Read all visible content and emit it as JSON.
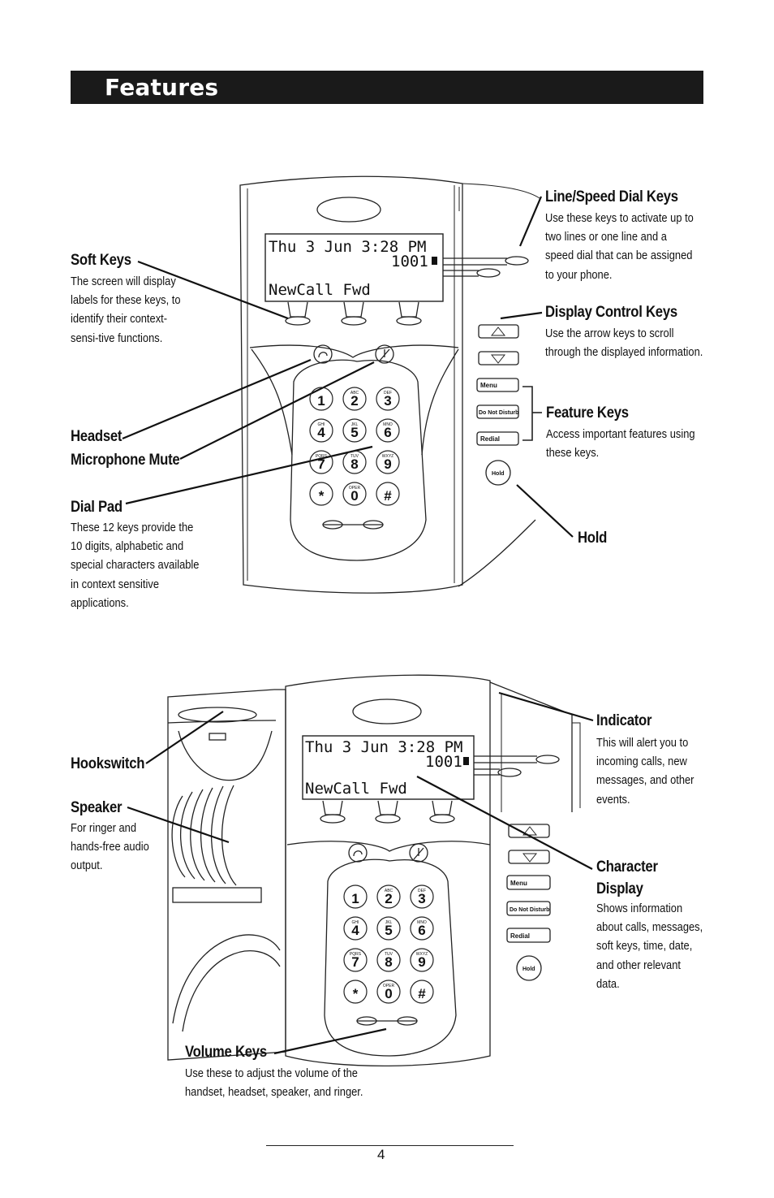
{
  "header": {
    "title": "Features"
  },
  "phone_top": {
    "lcd": {
      "line1": "Thu 3 Jun 3:28 PM",
      "line2": "1001",
      "line3": "NewCall Fwd"
    },
    "keys": [
      {
        "num": "1",
        "sub": ""
      },
      {
        "num": "2",
        "sub": "ABC"
      },
      {
        "num": "3",
        "sub": "DEF"
      },
      {
        "num": "4",
        "sub": "GHI"
      },
      {
        "num": "5",
        "sub": "JKL"
      },
      {
        "num": "6",
        "sub": "MNO"
      },
      {
        "num": "7",
        "sub": "PQRS"
      },
      {
        "num": "8",
        "sub": "TUV"
      },
      {
        "num": "9",
        "sub": "WXYZ"
      },
      {
        "num": "*",
        "sub": ""
      },
      {
        "num": "0",
        "sub": "OPER"
      },
      {
        "num": "#",
        "sub": ""
      }
    ],
    "buttons": {
      "menu": "Menu",
      "dnd": "Do Not Disturb",
      "redial": "Redial",
      "hold": "Hold"
    }
  },
  "phone_bottom": {
    "lcd": {
      "line1": "Thu 3 Jun 3:28 PM",
      "line2": "1001",
      "line3": "NewCall Fwd"
    },
    "buttons": {
      "menu": "Menu",
      "dnd": "Do Not Disturb",
      "redial": "Redial",
      "hold": "Hold"
    }
  },
  "callouts": {
    "soft_keys": {
      "title": "Soft Keys",
      "desc": "The screen will display labels for these keys, to identify their context-sensi-tive functions."
    },
    "line_speed": {
      "title": "Line/Speed Dial Keys",
      "desc": "Use these keys to activate up to two lines or one line and a speed dial that can be assigned to your phone."
    },
    "display_control": {
      "title": "Display Control Keys",
      "desc": "Use the arrow keys to scroll through the displayed information."
    },
    "feature_keys": {
      "title": "Feature Keys",
      "desc": "Access important features using these keys."
    },
    "headset": {
      "title": "Headset"
    },
    "mic_mute": {
      "title": "Microphone Mute"
    },
    "dial_pad": {
      "title": "Dial Pad",
      "desc": "These 12 keys provide the 10 digits, alphabetic and special characters available in context sensitive applications."
    },
    "hold": {
      "title": "Hold"
    },
    "hookswitch": {
      "title": "Hookswitch"
    },
    "speaker": {
      "title": "Speaker",
      "desc": "For ringer and hands-free audio output."
    },
    "indicator": {
      "title": "Indicator",
      "desc": "This will alert you to incoming calls, new messages, and other events."
    },
    "char_display": {
      "title": "Character Display",
      "desc": "Shows information about calls, messages, soft keys, time, date, and other relevant data."
    },
    "volume": {
      "title": "Volume Keys",
      "desc": "Use these to adjust the volume of the handset, headset, speaker, and ringer."
    }
  },
  "footer": {
    "page_number": "4"
  }
}
